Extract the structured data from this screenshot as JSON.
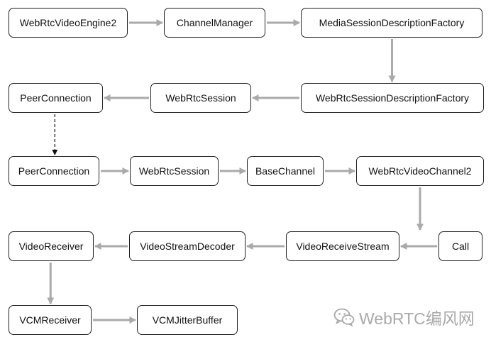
{
  "nodes": [
    {
      "id": "webrtc-video-engine2",
      "label": "WebRtcVideoEngine2"
    },
    {
      "id": "channel-manager",
      "label": "ChannelManager"
    },
    {
      "id": "media-session-description-factory",
      "label": "MediaSessionDescriptionFactory"
    },
    {
      "id": "peer-connection-1",
      "label": "PeerConnection"
    },
    {
      "id": "webrtc-session-1",
      "label": "WebRtcSession"
    },
    {
      "id": "webrtc-session-description-factory",
      "label": "WebRtcSessionDescriptionFactory"
    },
    {
      "id": "peer-connection-2",
      "label": "PeerConnection"
    },
    {
      "id": "webrtc-session-2",
      "label": "WebRtcSession"
    },
    {
      "id": "base-channel",
      "label": "BaseChannel"
    },
    {
      "id": "webrtc-video-channel2",
      "label": "WebRtcVideoChannel2"
    },
    {
      "id": "video-receiver",
      "label": "VideoReceiver"
    },
    {
      "id": "video-stream-decoder",
      "label": "VideoStreamDecoder"
    },
    {
      "id": "video-receive-stream",
      "label": "VideoReceiveStream"
    },
    {
      "id": "call",
      "label": "Call"
    },
    {
      "id": "vcm-receiver",
      "label": "VCMReceiver"
    },
    {
      "id": "vcm-jitter-buffer",
      "label": "VCMJitterBuffer"
    }
  ],
  "edges": [
    {
      "from": "webrtc-video-engine2",
      "to": "channel-manager",
      "style": "solid"
    },
    {
      "from": "channel-manager",
      "to": "media-session-description-factory",
      "style": "solid"
    },
    {
      "from": "media-session-description-factory",
      "to": "webrtc-session-description-factory",
      "style": "solid"
    },
    {
      "from": "webrtc-session-description-factory",
      "to": "webrtc-session-1",
      "style": "solid"
    },
    {
      "from": "webrtc-session-1",
      "to": "peer-connection-1",
      "style": "solid"
    },
    {
      "from": "peer-connection-1",
      "to": "peer-connection-2",
      "style": "dashed"
    },
    {
      "from": "peer-connection-2",
      "to": "webrtc-session-2",
      "style": "solid"
    },
    {
      "from": "webrtc-session-2",
      "to": "base-channel",
      "style": "solid"
    },
    {
      "from": "base-channel",
      "to": "webrtc-video-channel2",
      "style": "solid"
    },
    {
      "from": "webrtc-video-channel2",
      "to": "call",
      "style": "solid"
    },
    {
      "from": "call",
      "to": "video-receive-stream",
      "style": "solid"
    },
    {
      "from": "video-receive-stream",
      "to": "video-stream-decoder",
      "style": "solid"
    },
    {
      "from": "video-stream-decoder",
      "to": "video-receiver",
      "style": "solid"
    },
    {
      "from": "video-receiver",
      "to": "vcm-receiver",
      "style": "solid"
    },
    {
      "from": "vcm-receiver",
      "to": "vcm-jitter-buffer",
      "style": "solid"
    }
  ],
  "watermark": {
    "text": "WebRTC编风网",
    "icon": "wechat-icon"
  },
  "colors": {
    "arrow": "#aaaaaa",
    "dashed_arrow": "#111111",
    "border": "#222222",
    "watermark": "#a9a9a9"
  }
}
